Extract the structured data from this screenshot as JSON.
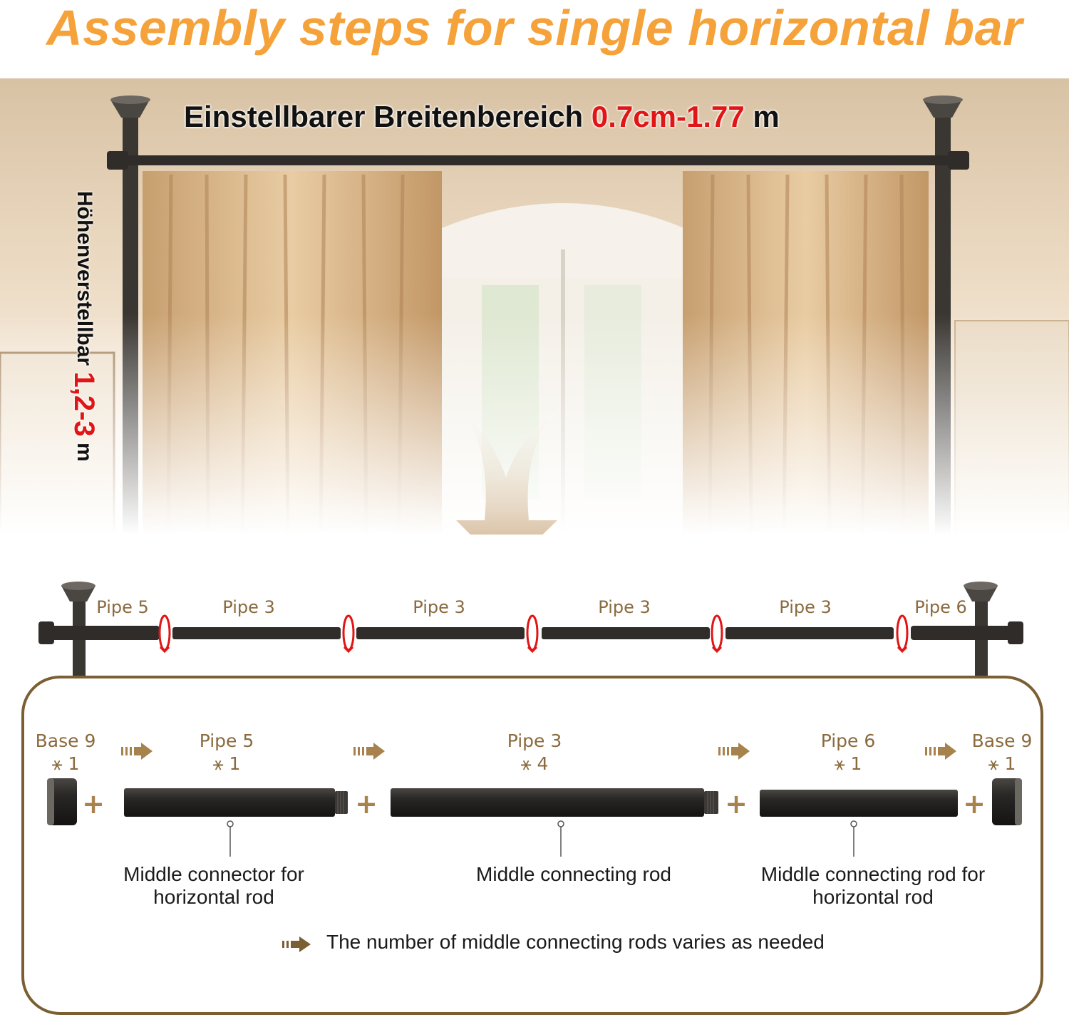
{
  "header": {
    "title": "Assembly steps for single horizontal bar"
  },
  "scene": {
    "width_text": "Einstellbarer Breitenbereich",
    "width_value": "0.7cm-1.77",
    "width_unit": "m",
    "height_text": "Höhenverstellbar",
    "height_value": "1,2-3",
    "height_unit": "m"
  },
  "bar_row": {
    "labels": [
      "Pipe 5",
      "Pipe 3",
      "Pipe 3",
      "Pipe 3",
      "Pipe 3",
      "Pipe 6"
    ]
  },
  "parts": [
    {
      "name": "Base 9",
      "qty": "⚹ 1"
    },
    {
      "name": "Pipe 5",
      "qty": "⚹ 1"
    },
    {
      "name": "Pipe 3",
      "qty": "⚹ 4"
    },
    {
      "name": "Pipe 6",
      "qty": "⚹ 1"
    },
    {
      "name": "Base 9",
      "qty": "⚹ 1"
    }
  ],
  "plus_symbol": "+",
  "descriptions": {
    "pipe5": [
      "Middle connector for",
      "horizontal rod"
    ],
    "pipe3": [
      "Middle connecting rod"
    ],
    "pipe6": [
      "Middle connecting rod for",
      "horizontal rod"
    ]
  },
  "note": "The number of middle connecting rods varies as needed",
  "colors": {
    "title": "#f5a23a",
    "accent_red": "#e01515",
    "brown": "#8a6a3e",
    "panel_border": "#7b5f33"
  }
}
